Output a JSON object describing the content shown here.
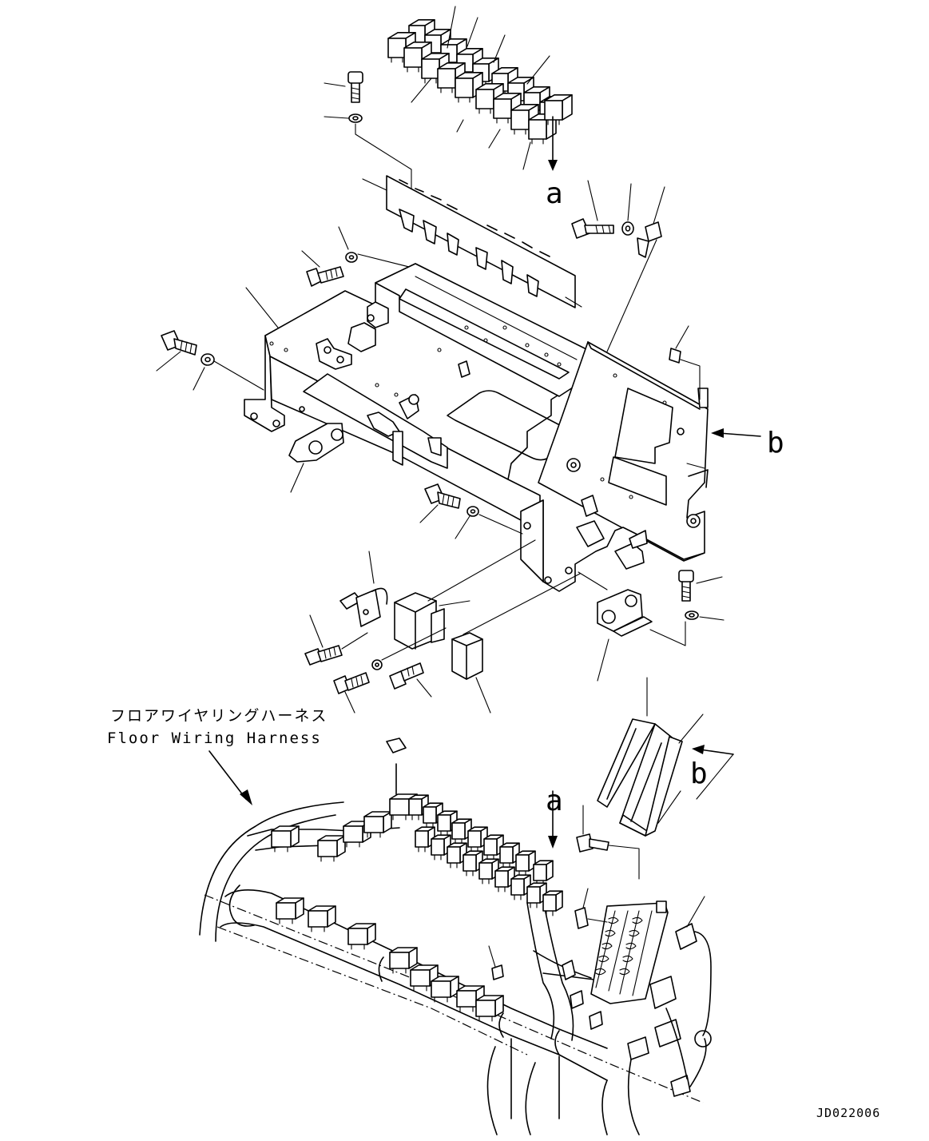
{
  "callouts": {
    "a_top": "a",
    "b_right": "b",
    "b_lower": "b",
    "a_lower": "a"
  },
  "harness_label": {
    "japanese": "フロアワイヤリングハーネス",
    "english": "Floor Wiring Harness"
  },
  "drawing_id": "JD022006"
}
